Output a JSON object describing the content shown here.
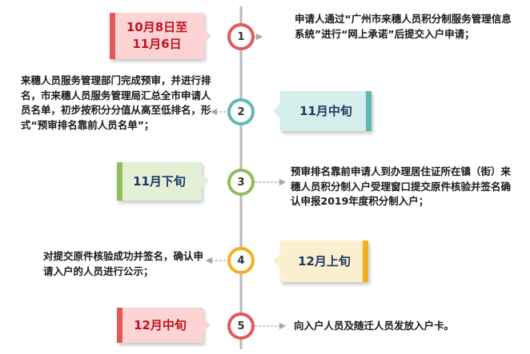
{
  "colors": {
    "axis": "#b9b9b9",
    "connector": "#a6a6a6",
    "red": "#e05a5a",
    "red_light": "#fcd4d4",
    "teal": "#5fb8b2",
    "teal_light": "#d5eeec",
    "green": "#8fbf5a",
    "green_light": "#e3f0d6",
    "yellow": "#f2b01e",
    "yellow_light": "#fbefd0",
    "date_text_red": "#c0131f",
    "date_text_dark": "#1f3860"
  },
  "steps": [
    {
      "number": "1",
      "date": "10月8日至\n11月6日",
      "description": "申请人通过“广州市来穗人员积分制服务管理信息系统”进行“网上承诺”后提交入户申请；",
      "ring_color": "red",
      "tag_color": "red",
      "tag_side": "left",
      "date_text_color": "date_text_red"
    },
    {
      "number": "2",
      "date": "11月中旬",
      "description": "来穗人员服务管理部门完成预审，并进行排名，市来穗人员服务管理局汇总全市申请人员名单，初步按积分分值从高至低排名，形式“预审排名靠前人员名单”；",
      "ring_color": "teal",
      "tag_color": "teal",
      "tag_side": "right",
      "date_text_color": "date_text_dark"
    },
    {
      "number": "3",
      "date": "11月下旬",
      "description": "预审排名靠前申请人到办理居住证所在镇（街）来穗人员积分制入户受理窗口提交原件核验并签名确认申报2019年度积分制入户；",
      "ring_color": "green",
      "tag_color": "green",
      "tag_side": "left",
      "date_text_color": "date_text_dark"
    },
    {
      "number": "4",
      "date": "12月上旬",
      "description": "对提交原件核验成功并签名，确认申请入户的人员进行公示；",
      "ring_color": "yellow",
      "tag_color": "yellow",
      "tag_side": "right",
      "date_text_color": "date_text_dark"
    },
    {
      "number": "5",
      "date": "12月中旬",
      "description": "向入户人员及随迁人员发放入户卡。",
      "ring_color": "red",
      "tag_color": "red",
      "tag_side": "left",
      "date_text_color": "date_text_red"
    }
  ]
}
